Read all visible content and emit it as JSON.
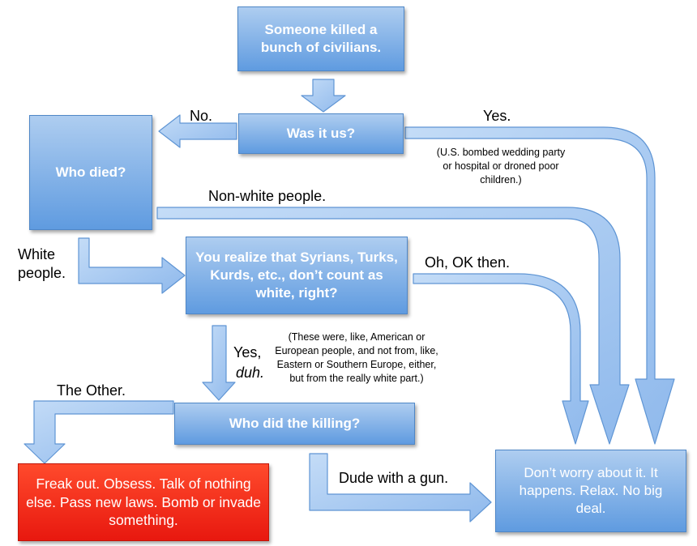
{
  "nodes": {
    "start": "Someone killed a bunch of civilians.",
    "was_it_us": "Was it us?",
    "who_died": "Who died?",
    "syrians": "You realize that Syrians, Turks, Kurds, etc., don’t count as white, right?",
    "who_killed": "Who did the killing?",
    "freak_out": "Freak out. Obsess. Talk of nothing else. Pass new laws. Bomb or invade something.",
    "dont_worry": "Don’t worry about it. It happens. Relax. No big deal."
  },
  "labels": {
    "no": "No.",
    "yes": "Yes.",
    "yes_note": "(U.S. bombed wedding party or hospital or droned poor children.)",
    "non_white": "Non-white people.",
    "white_people": "White people.",
    "oh_ok": "Oh, OK then.",
    "yes_duh_1": "Yes,",
    "yes_duh_2": "duh.",
    "white_note": "(These were, like, American or European people, and not from, like, Eastern or Southern Europe, either, but from the really white part.)",
    "the_other": "The Other.",
    "dude_gun": "Dude with a gun."
  },
  "colors": {
    "box_light": "#aecdf0",
    "box_dark": "#5f9be0",
    "arrow_fill": "#a9cbf2",
    "arrow_stroke": "#5f95d4",
    "alarm_red": "#e8180f"
  }
}
